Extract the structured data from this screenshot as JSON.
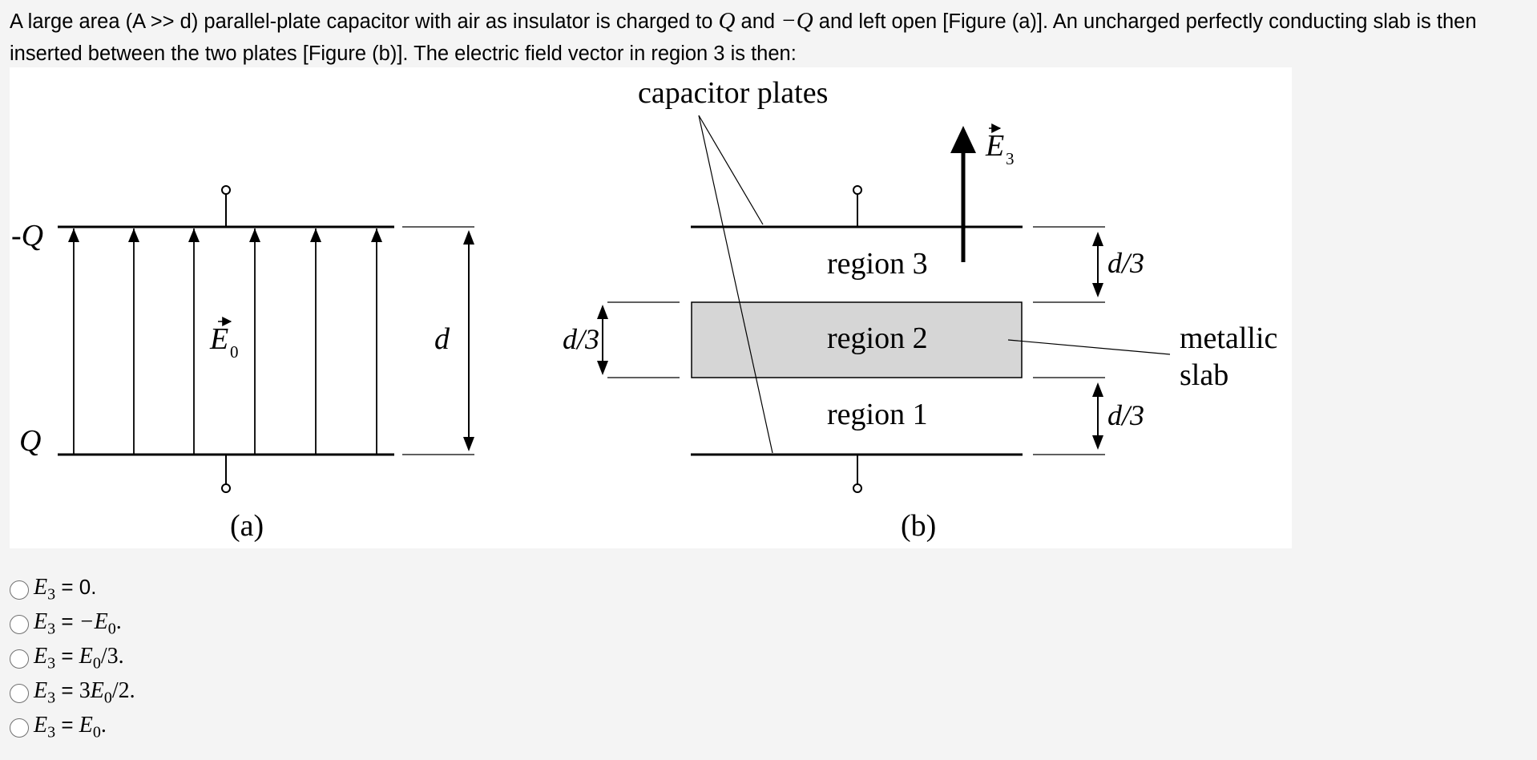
{
  "question": {
    "part1": "A large area (A >> d) parallel-plate capacitor with air as insulator is charged to ",
    "q": "Q",
    "part2": " and ",
    "negq": "−Q",
    "part3": " and left open [Figure (a)]. An uncharged perfectly conducting slab is then inserted between the two plates [Figure (b)]. The electric field vector in region 3 is then:"
  },
  "figure": {
    "a": {
      "top_charge": "-Q",
      "bottom_charge": "Q",
      "field_label": "E",
      "field_sub": "0",
      "gap_label": "d",
      "caption": "(a)"
    },
    "b": {
      "callout": "capacitor plates",
      "field_label": "E",
      "field_sub": "3",
      "region3": "region 3",
      "region2": "region 2",
      "region1": "region 1",
      "slab_label_1": "metallic",
      "slab_label_2": "slab",
      "dim_left": "d/3",
      "dim_top": "d/3",
      "dim_bottom": "d/3",
      "caption": "(b)",
      "slab_fill": "#d6d6d6"
    }
  },
  "options": [
    {
      "var": "E",
      "sub": "3",
      "eq": " = ",
      "rhs": "0",
      "rhs_style": "sans",
      "end": "."
    },
    {
      "var": "E",
      "sub": "3",
      "eq": " = ",
      "rhs": "−E",
      "rhs_sub": "0",
      "end": "."
    },
    {
      "var": "E",
      "sub": "3",
      "eq": " = ",
      "rhs": "E",
      "rhs_sub": "0",
      "rhs_tail": "/3",
      "end": "."
    },
    {
      "var": "E",
      "sub": "3",
      "eq": " = ",
      "rhs_pre": "3",
      "rhs": "E",
      "rhs_sub": "0",
      "rhs_tail": "/2",
      "end": "."
    },
    {
      "var": "E",
      "sub": "3",
      "eq": " = ",
      "rhs": "E",
      "rhs_sub": "0",
      "end": "."
    }
  ]
}
